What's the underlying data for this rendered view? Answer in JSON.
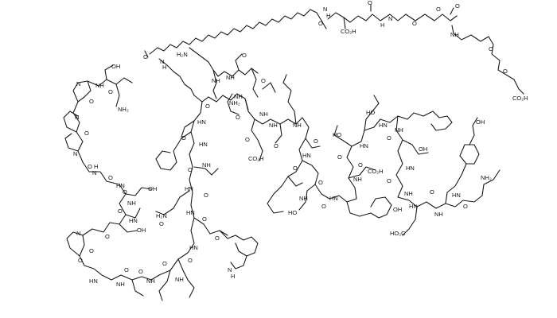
{
  "colors": {
    "background": "#ffffff",
    "ink": "#1a1a1a"
  },
  "labels": {
    "nh": "NH",
    "hn": "HN",
    "n": "N",
    "h": "H",
    "o": "O",
    "ho": "HO",
    "oh": "OH",
    "nh2": "NH₂",
    "h2n": "H₂N",
    "co2h": "CO₂H",
    "ho2c": "HO₂C"
  }
}
